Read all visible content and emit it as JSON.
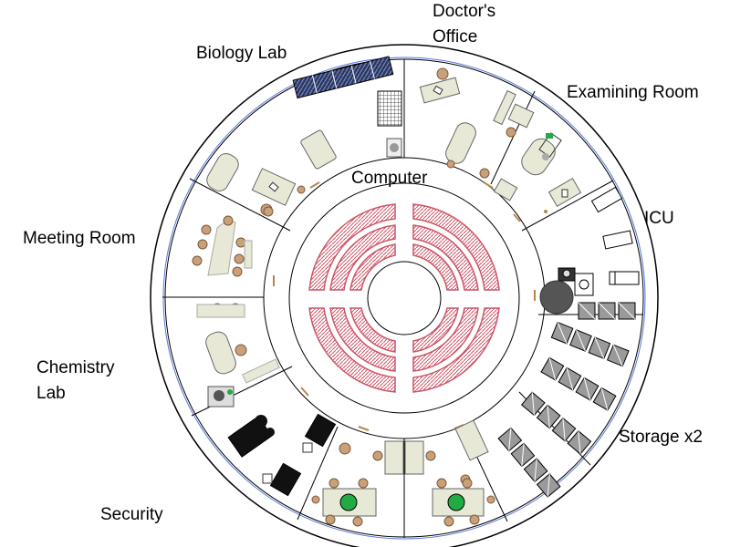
{
  "labels": {
    "biology_lab": "Biology Lab",
    "doctors_office": [
      "Doctor's",
      "Office"
    ],
    "examining_room": "Examining Room",
    "computer": "Computer",
    "icu": "ICU",
    "meeting_room": "Meeting Room",
    "chemistry_lab": [
      "Chemistry",
      "Lab"
    ],
    "storage": "Storage x2",
    "security": "Security"
  },
  "colors": {
    "outer_wall": "#000000",
    "blue_ring": "#5577dd",
    "seating": "#cc5566",
    "seating_fill": "#f2c8cc",
    "table": "#e8e8d6",
    "table_edge": "#666666",
    "chair": "#c9a07a",
    "crate": "#9a9a9a",
    "plant": "#22aa44",
    "door": "#b8864a"
  }
}
